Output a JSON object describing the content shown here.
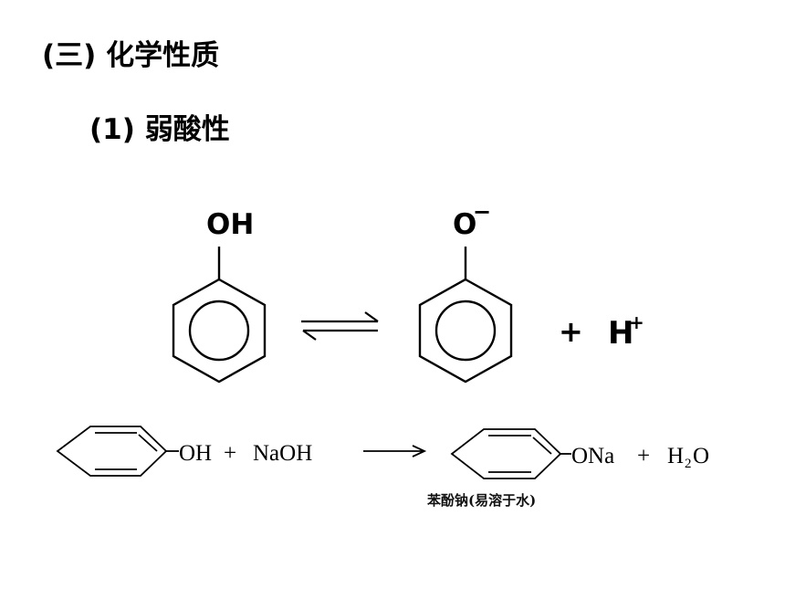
{
  "heading": "(三) 化学性质",
  "subheading": "(1) 弱酸性",
  "equation1": {
    "reactant_group": "OH",
    "product_group": "O",
    "product_charge": "−",
    "plus": "+",
    "ion": "H",
    "ion_charge": "+"
  },
  "equation2": {
    "reactant_group": "OH",
    "plus1": "+",
    "reagent": "NaOH",
    "product_group": "ONa",
    "plus2": "+",
    "water_h": "H",
    "water_sub": "2",
    "water_o": "O",
    "caption": "苯酚钠(易溶于水)"
  }
}
